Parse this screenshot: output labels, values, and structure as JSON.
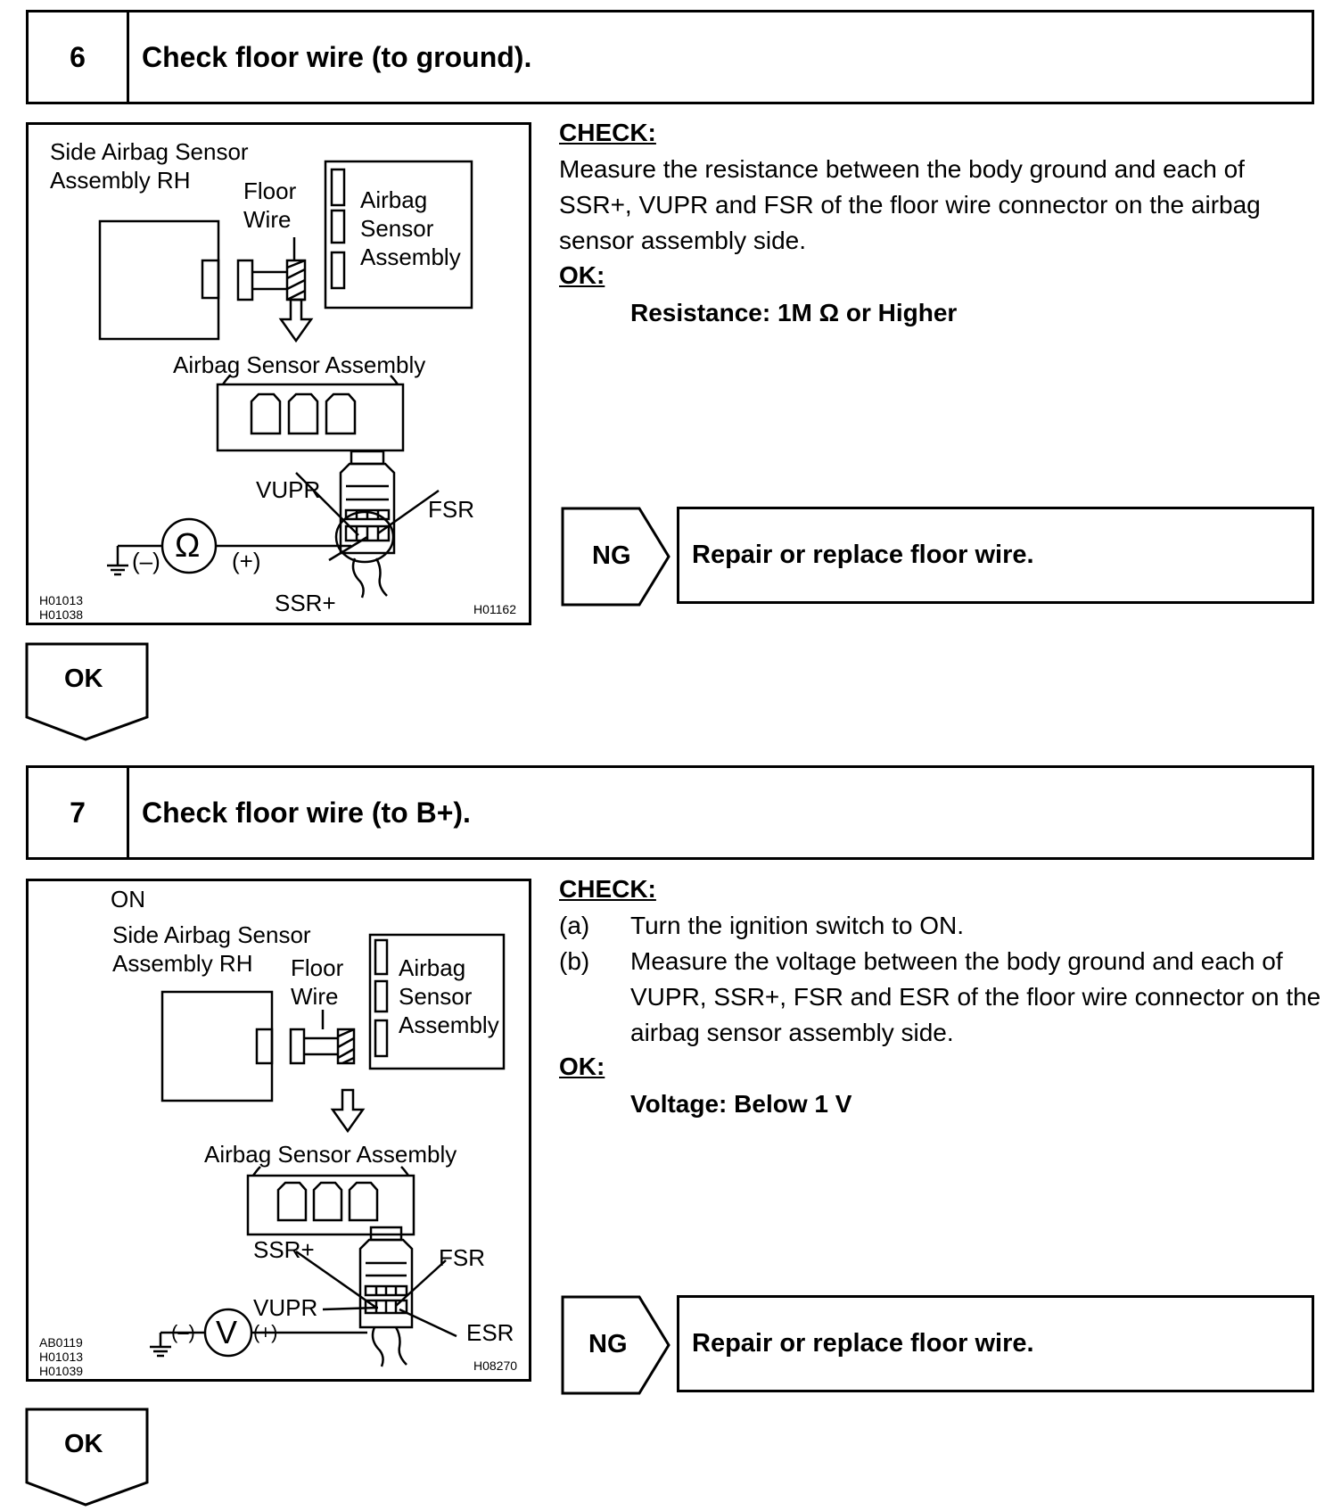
{
  "step6": {
    "number": "6",
    "title": "Check floor wire (to ground).",
    "figure": {
      "label_side_sensor_1": "Side Airbag Sensor",
      "label_side_sensor_2": "Assembly RH",
      "label_floor": "Floor",
      "label_wire": "Wire",
      "label_airbag": "Airbag",
      "label_sensor": "Sensor",
      "label_assembly": "Assembly",
      "label_airbag_sensor_assembly": "Airbag Sensor Assembly",
      "label_vupr": "VUPR",
      "label_fsr": "FSR",
      "label_ssr": "SSR+",
      "label_minus": "(–)",
      "label_plus": "(+)",
      "meter_symbol": "Ω",
      "code_1": "H01013",
      "code_2": "H01038",
      "code_3": "H01162"
    },
    "check_label": "CHECK:",
    "check_text": "Measure the resistance between the body ground and each of SSR+, VUPR and FSR of the floor wire connector on the airbag sensor assembly side.",
    "ok_label": "OK:",
    "spec": "Resistance: 1M Ω or Higher",
    "ng_label": "NG",
    "ng_action": "Repair or replace floor wire.",
    "ok_tag": "OK"
  },
  "step7": {
    "number": "7",
    "title": "Check floor wire (to B+).",
    "figure": {
      "label_on": "ON",
      "label_side_sensor_1": "Side Airbag Sensor",
      "label_side_sensor_2": "Assembly RH",
      "label_floor": "Floor",
      "label_wire": "Wire",
      "label_airbag": "Airbag",
      "label_sensor": "Sensor",
      "label_assembly": "Assembly",
      "label_airbag_sensor_assembly": "Airbag Sensor Assembly",
      "label_ssr": "SSR+",
      "label_fsr": "FSR",
      "label_vupr": "VUPR",
      "label_esr": "ESR",
      "label_minus": "(–)",
      "label_plus": "(+)",
      "meter_symbol": "V",
      "code_1": "AB0119",
      "code_2": "H01013",
      "code_3": "H01039",
      "code_4": "H08270"
    },
    "check_label": "CHECK:",
    "item_a_marker": "(a)",
    "item_a": "Turn the ignition switch to ON.",
    "item_b_marker": "(b)",
    "item_b": "Measure the voltage between the body ground and each of VUPR, SSR+, FSR and ESR of the floor wire connector on the airbag sensor assembly side.",
    "ok_label": "OK:",
    "spec": "Voltage: Below 1 V",
    "ng_label": "NG",
    "ng_action": "Repair or replace floor wire.",
    "ok_tag": "OK"
  }
}
